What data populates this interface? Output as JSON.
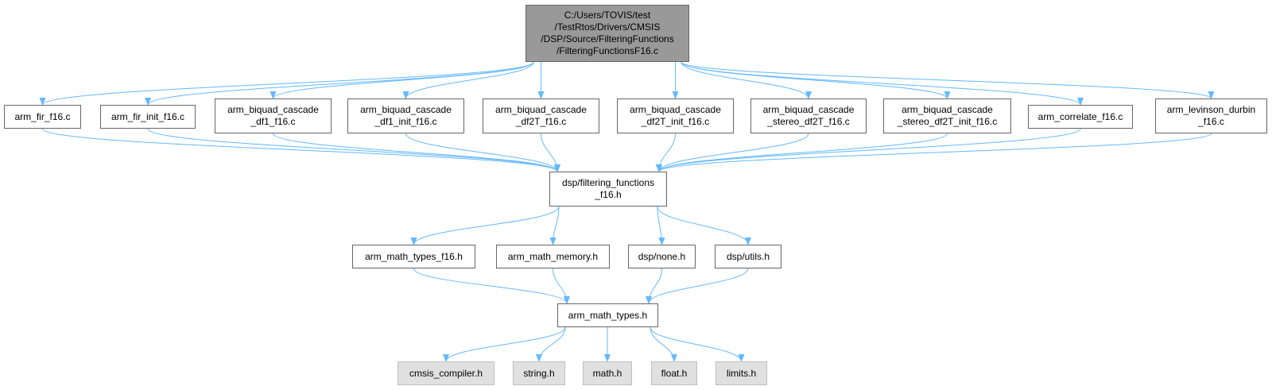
{
  "diagram": {
    "root": {
      "label": "C:/Users/TOVIS/test\n/TestRtos/Drivers/CMSIS\n/DSP/Source/FilteringFunctions\n/FilteringFunctionsF16.c"
    },
    "sources": [
      {
        "label": "arm_fir_f16.c"
      },
      {
        "label": "arm_fir_init_f16.c"
      },
      {
        "label": "arm_biquad_cascade\n_df1_f16.c"
      },
      {
        "label": "arm_biquad_cascade\n_df1_init_f16.c"
      },
      {
        "label": "arm_biquad_cascade\n_df2T_f16.c"
      },
      {
        "label": "arm_biquad_cascade\n_df2T_init_f16.c"
      },
      {
        "label": "arm_biquad_cascade\n_stereo_df2T_f16.c"
      },
      {
        "label": "arm_biquad_cascade\n_stereo_df2T_init_f16.c"
      },
      {
        "label": "arm_correlate_f16.c"
      },
      {
        "label": "arm_levinson_durbin\n_f16.c"
      }
    ],
    "filtering_header": {
      "label": "dsp/filtering_functions\n_f16.h"
    },
    "level3": [
      {
        "label": "arm_math_types_f16.h"
      },
      {
        "label": "arm_math_memory.h"
      },
      {
        "label": "dsp/none.h"
      },
      {
        "label": "dsp/utils.h"
      }
    ],
    "types_header": {
      "label": "arm_math_types.h"
    },
    "system": [
      {
        "label": "cmsis_compiler.h"
      },
      {
        "label": "string.h"
      },
      {
        "label": "math.h"
      },
      {
        "label": "float.h"
      },
      {
        "label": "limits.h"
      }
    ],
    "colors": {
      "edge": "#63b8ff",
      "root_fill": "#999999",
      "system_fill": "#e0e0e0",
      "node_border": "#666666"
    }
  }
}
